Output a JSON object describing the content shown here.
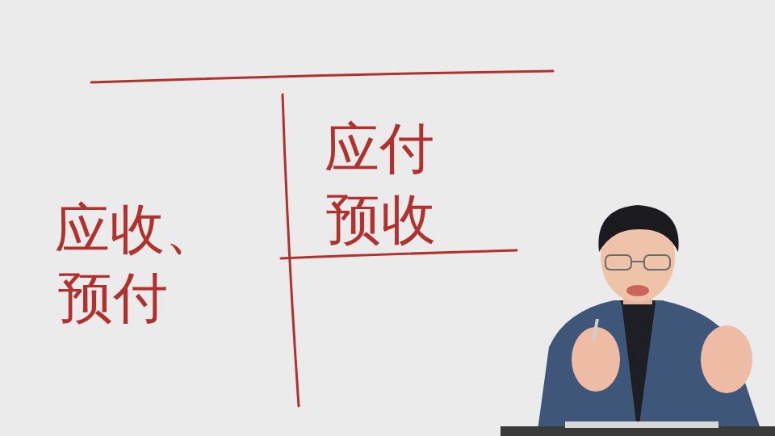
{
  "diagram": {
    "labels": [
      "应付",
      "预收",
      "应收、",
      "预付"
    ]
  }
}
